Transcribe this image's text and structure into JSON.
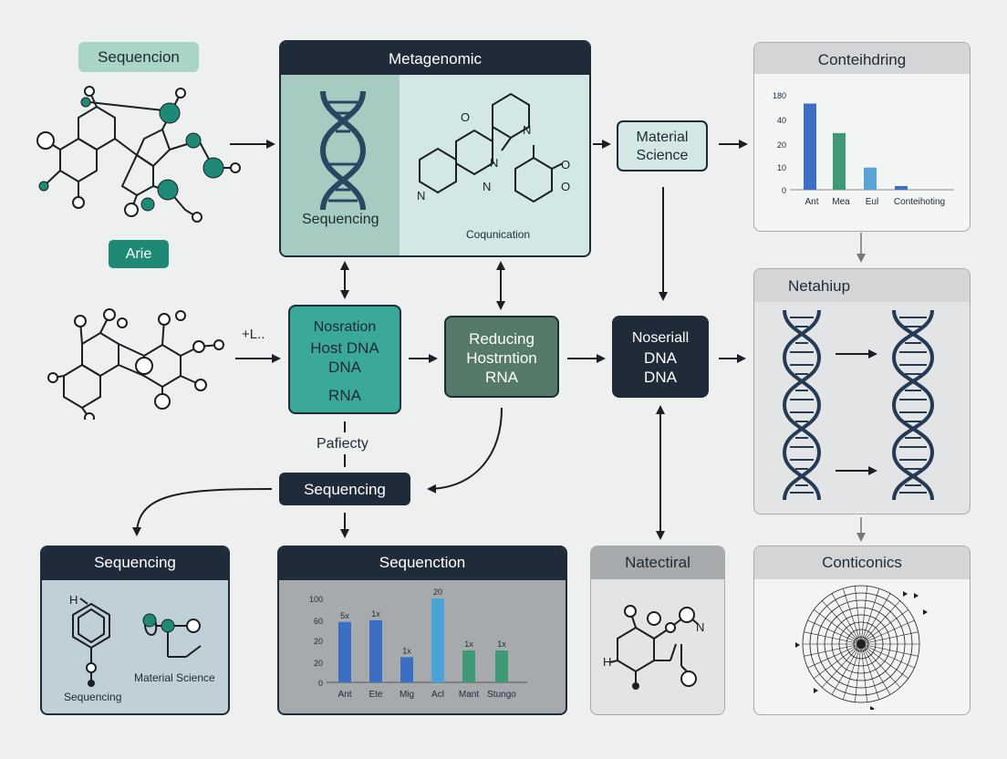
{
  "tags": {
    "sequencion": "Sequencion",
    "arie": "Arie",
    "plus_label": "+L..",
    "pafiecty": "Pafiecty"
  },
  "metagenomic": {
    "title": "Metagenomic",
    "left_label": "Sequencing",
    "right_label": "Coqunication",
    "o_label": "O",
    "n_labels": [
      "N",
      "N",
      "N",
      "N"
    ],
    "o_small": [
      "O",
      "O"
    ]
  },
  "material_science": "Material\nScience",
  "nodes": {
    "nosration": [
      "Nosration",
      "Host DNA",
      "DNA",
      "RNA"
    ],
    "reducing": [
      "Reducing",
      "Hostrntion",
      "RNA"
    ],
    "noseriall": [
      "Noseriall",
      "DNA",
      "DNA"
    ],
    "sequencing_mid": "Sequencing"
  },
  "top_chart": {
    "title": "Conteihdring",
    "chart_data": {
      "type": "bar",
      "categories": [
        "Ant",
        "Mea",
        "Eul",
        "Conteihoting"
      ],
      "values": [
        70,
        46,
        18,
        3
      ],
      "yticks": [
        "0",
        "10",
        "20",
        "40",
        "180"
      ],
      "colors": [
        "#3a6fc4",
        "#3d9a74",
        "#5aa3d6",
        "#3a6fc4"
      ]
    }
  },
  "netahiup": {
    "title": "Netahiup"
  },
  "bottom": {
    "sequencing_panel": {
      "title": "Sequencing",
      "h_label": "H",
      "left_label": "Sequencing",
      "right_label": "Material Science"
    },
    "sequenction_chart": {
      "title": "Sequenction",
      "chart_data": {
        "type": "bar",
        "categories": [
          "Ant",
          "Ete",
          "Mig",
          "Acl",
          "Mant",
          "Stungo"
        ],
        "values": [
          72,
          74,
          30,
          100,
          38,
          38
        ],
        "value_labels": [
          "5x",
          "1x",
          "1x",
          "20",
          "1x",
          "1x"
        ],
        "yticks": [
          "0",
          "20",
          "20",
          "60",
          "100"
        ],
        "colors": [
          "#3a6fc4",
          "#3a6fc4",
          "#3a6fc4",
          "#4aa3d6",
          "#3d9a74",
          "#3d9a74"
        ]
      }
    },
    "natectiral": {
      "title": "Natectiral",
      "h_label": "H",
      "n_label": "N"
    },
    "conticonics": {
      "title": "Conticonics"
    }
  },
  "colors": {
    "dark": "#1f2b38",
    "teal": "#3ba99a",
    "teal_dark": "#1e8a75",
    "green_dark": "#557a68",
    "mint": "#a8d4c6",
    "gray_panel": "#e3e4e5"
  }
}
